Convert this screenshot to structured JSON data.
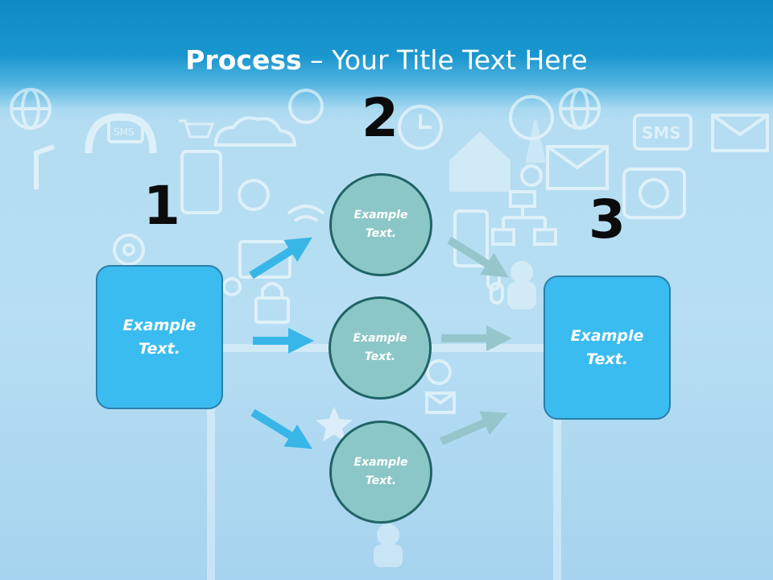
{
  "title": {
    "bold": "Process",
    "rest": " – Your Title Text Here"
  },
  "steps": {
    "one": {
      "number": "1",
      "text": "Example\nText."
    },
    "two": {
      "number": "2"
    },
    "three": {
      "number": "3",
      "text": "Example\nText."
    }
  },
  "circles": [
    {
      "text": "Example\nText."
    },
    {
      "text": "Example\nText."
    },
    {
      "text": "Example\nText."
    }
  ],
  "colors": {
    "header": "#1a96cf",
    "box_fill": "#3bbcf0",
    "circle_fill": "#8cc7c7",
    "arrow_left": "#38b6e8",
    "arrow_right": "#96c6cc"
  }
}
